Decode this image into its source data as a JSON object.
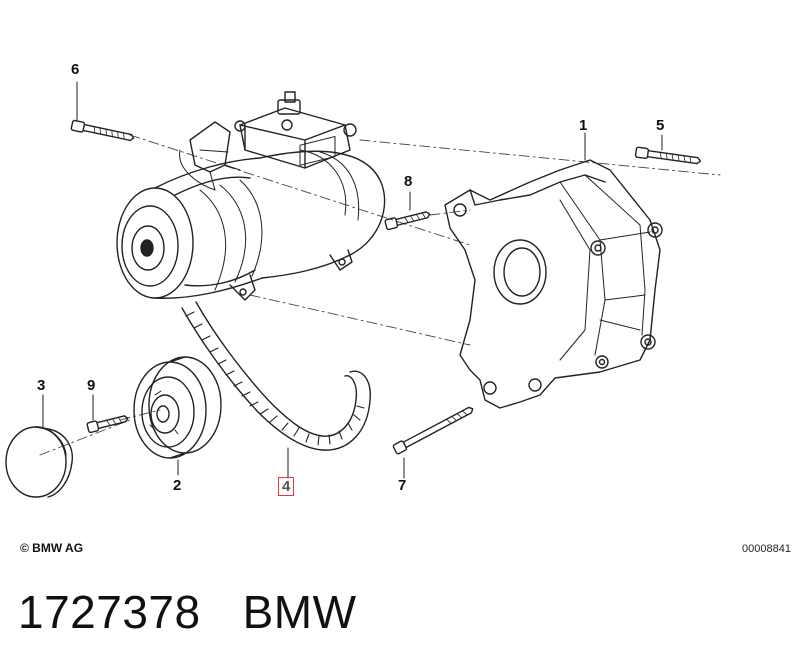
{
  "callouts": {
    "c1": "1",
    "c2": "2",
    "c3": "3",
    "c4": "4",
    "c5": "5",
    "c6": "6",
    "c7": "7",
    "c8": "8",
    "c9": "9"
  },
  "highlight_color": "#e03a3a",
  "footer": {
    "copyright": "© BMW AG",
    "drawing_number": "00008841"
  },
  "caption": {
    "part_number": "1727378",
    "brand": "BMW"
  }
}
